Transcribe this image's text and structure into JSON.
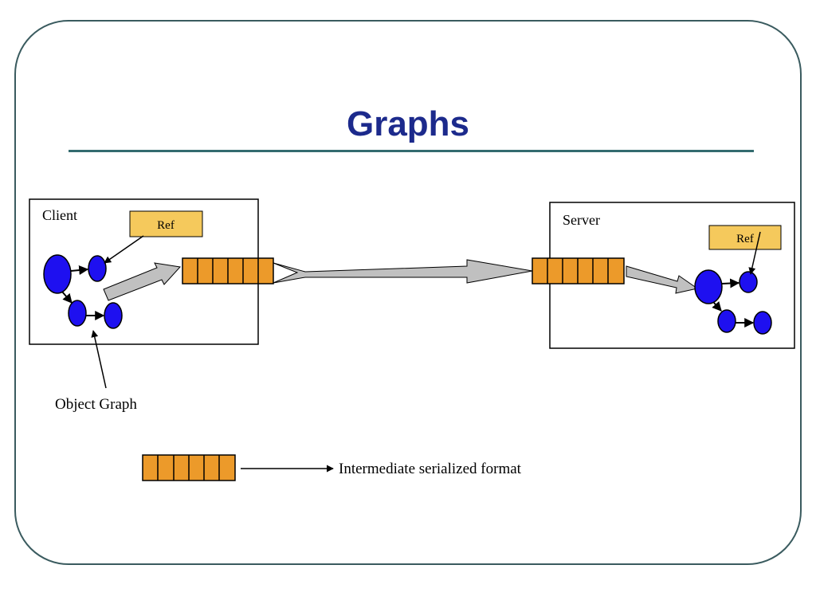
{
  "slide": {
    "title": "Graphs"
  },
  "diagram": {
    "client_label": "Client",
    "server_label": "Server",
    "client_ref_label": "Ref",
    "server_ref_label": "Ref",
    "object_graph_label": "Object Graph",
    "legend_label": "Intermediate serialized format"
  },
  "colors": {
    "node_fill": "#1e10f0",
    "buffer_fill": "#ec9a2a",
    "ref_fill": "#f5c95c",
    "arrow_fill": "#c0c0c0",
    "title_color": "#1c2a8c",
    "frame_color": "#3a5b5f"
  }
}
